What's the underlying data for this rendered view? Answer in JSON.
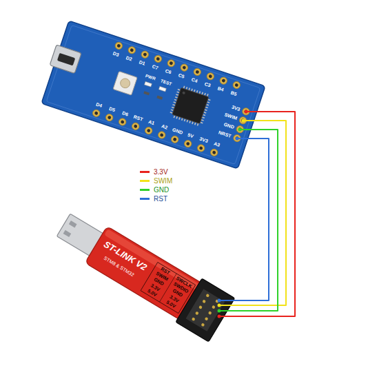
{
  "diagram": {
    "labels": [
      "D3",
      "D2",
      "D1",
      "C7",
      "C6",
      "C5",
      "C4",
      "C3",
      "B4",
      "B5",
      "D4",
      "D5",
      "D6",
      "RST",
      "A1",
      "A2",
      "GND",
      "5V",
      "3V3",
      "A3",
      "3V3",
      "SWIM",
      "GND",
      "NRST",
      "PWR",
      "TEST",
      "ST-LINK V2",
      "STM8 & STM32",
      "RST",
      "SWCLK",
      "SWIM",
      "SWDIO",
      "GND",
      "GND",
      "3.3V",
      "3.3V",
      "5.0V",
      "5.0V"
    ],
    "legend": [
      {
        "text": "3.3V",
        "color": "#e8231e"
      },
      {
        "text": "SWIM",
        "color": "#f2e21a"
      },
      {
        "text": "GND",
        "color": "#2fd12a"
      },
      {
        "text": "RST",
        "color": "#2d6ed6"
      }
    ]
  }
}
